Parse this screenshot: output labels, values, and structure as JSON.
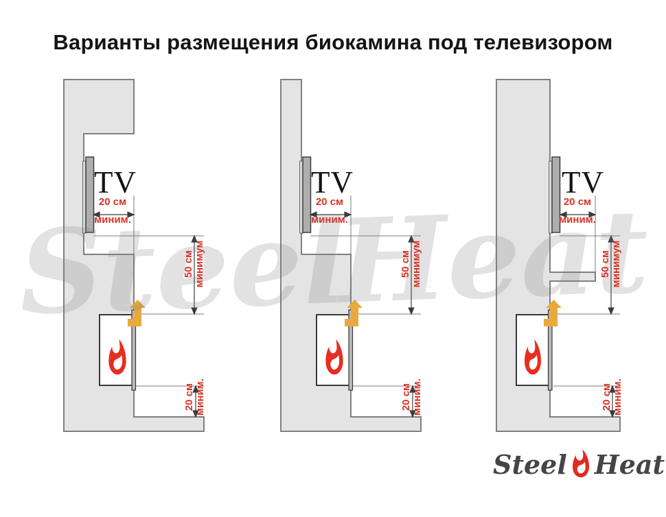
{
  "title": "Варианты размещения биокамина под телевизором",
  "watermark": {
    "word1": "Steel",
    "word2": "Heat"
  },
  "logo": {
    "word1": "Steel",
    "word2": "Heat"
  },
  "colors": {
    "wall_fill": "#e4e4e4",
    "wall_outline": "#808080",
    "dimension_red": "#d63426",
    "flame_red": "#e62e21",
    "arrow_yellow": "#e9a93c",
    "reference_line_gray": "#7d7d7d",
    "dimension_line_dark": "#3c3c3c",
    "title_black": "#141414",
    "logo_gray": "#454545"
  },
  "icons": {
    "flame": "flame-icon",
    "heat_flow": "heat-flow-arrow-icon"
  },
  "diagrams": [
    {
      "name": "tv-in-niche-above-fireplace",
      "tv_label": "TV",
      "front_clearance": {
        "value": "20 см",
        "qualifier": "миним."
      },
      "height_clearance": {
        "value": "50 см",
        "qualifier": "минимум"
      },
      "bottom_clearance": {
        "value": "20 см",
        "qualifier": "миним."
      }
    },
    {
      "name": "tv-on-flat-wall-above-fireplace",
      "tv_label": "TV",
      "front_clearance": {
        "value": "20 см",
        "qualifier": "миним."
      },
      "height_clearance": {
        "value": "50 см",
        "qualifier": "минимум"
      },
      "bottom_clearance": {
        "value": "20 см",
        "qualifier": "миним."
      }
    },
    {
      "name": "tv-above-protective-shelf",
      "tv_label": "TV",
      "front_clearance": {
        "value": "20 см",
        "qualifier": "миним."
      },
      "height_clearance": {
        "value": "50 см",
        "qualifier": "минимум"
      },
      "bottom_clearance": {
        "value": "20 см",
        "qualifier": "миним."
      }
    }
  ]
}
